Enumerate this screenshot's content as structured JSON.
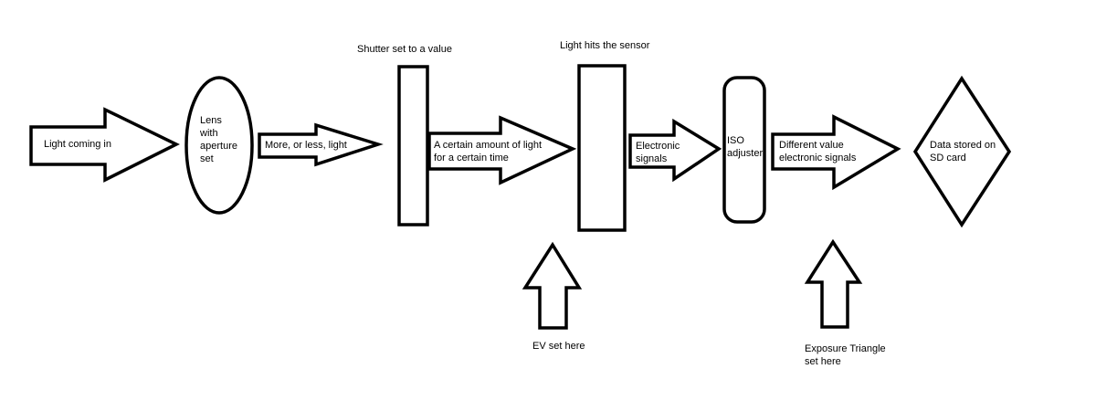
{
  "diagram": {
    "nodes": {
      "light_in": "Light coming in",
      "lens": [
        "Lens",
        "with",
        "aperture",
        "set"
      ],
      "more_less": "More, or less, light",
      "shutter": "Shutter set to a value",
      "certain_amount": [
        "A certain amount of light",
        "for a certain time"
      ],
      "sensor": "Light hits the sensor",
      "electronic": [
        "Electronic",
        "signals"
      ],
      "iso": [
        "ISO",
        "adjuster"
      ],
      "diff_value": [
        "Different value",
        "electronic signals"
      ],
      "data_stored": [
        "Data stored on",
        "SD card"
      ],
      "ev": "EV set here",
      "exposure": [
        "Exposure Triangle",
        "set here"
      ]
    },
    "colors": {
      "stroke": "#000000",
      "fill": "#ffffff"
    }
  }
}
